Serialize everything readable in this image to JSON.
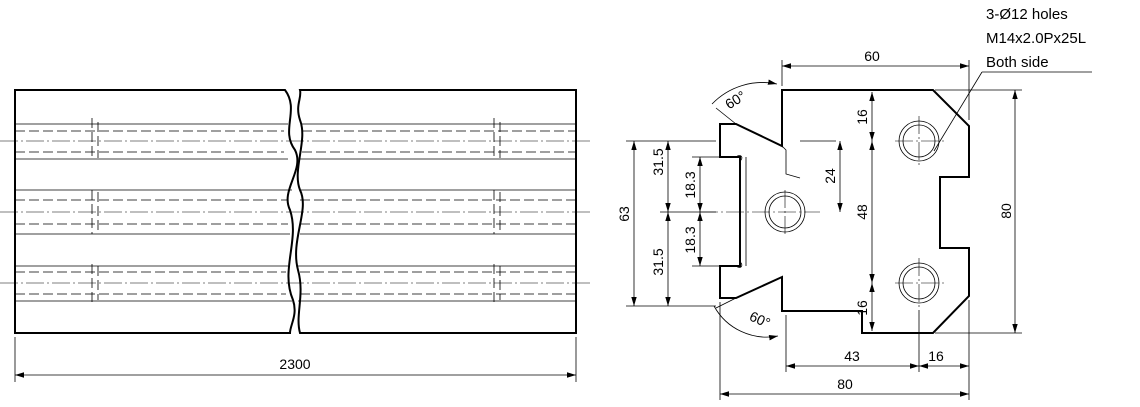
{
  "side_view": {
    "length_dim": "2300"
  },
  "section_view": {
    "dims": {
      "top_width": "60",
      "right_height": "80",
      "total_height": "63",
      "upper_half": "31.5",
      "lower_half": "31.5",
      "upper_18": "18.3",
      "lower_18": "18.3",
      "center_24": "24",
      "hole_spacing": "48",
      "top_16": "16",
      "bottom_16": "16",
      "bottom_43": "43",
      "bottom_right_16": "16",
      "bottom_80": "80",
      "angle_top": "60°",
      "angle_bottom": "60°"
    },
    "note": {
      "line1": "3-Ø12 holes",
      "line2": "M14x2.0Px25L",
      "line3": "Both side"
    }
  }
}
